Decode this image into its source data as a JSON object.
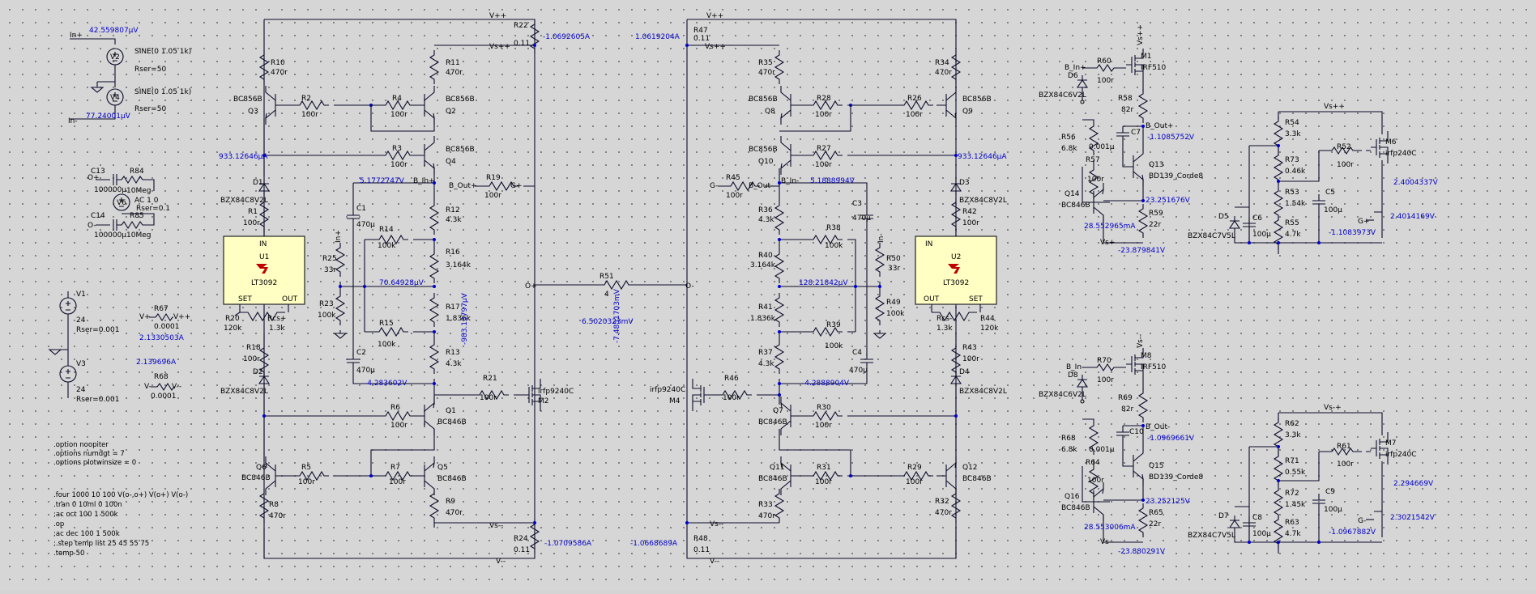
{
  "colors": {
    "background": "#d6d6d6",
    "wire": "#0b0b2a",
    "annotation": "#0000cc",
    "chip_fill": "#ffffc4"
  },
  "left_sources": {
    "in_plus": "In+",
    "v_in_plus": "42.559807µV",
    "v2": "V2",
    "v2_value": "SINE(0 1.05 1k)",
    "v2_rser": "Rser=50",
    "v4": "V4",
    "v4_value": "SINE(0 1.05 1k)",
    "v4_rser": "Rser=50",
    "in_minus": "In-",
    "v_in_minus": "77.24001µV",
    "o_plus": "O+",
    "o_minus": "O-",
    "c13": "C13",
    "c13_val": "100000µ",
    "r84": "R84",
    "r84_val": "10Meg",
    "v6": "V6",
    "v6_val": "AC 1 0",
    "v6_rser": "Rser=0.1",
    "c14": "C14",
    "c14_val": "100000µ",
    "r85": "R85",
    "r85_val": "10Meg",
    "v1": "V1",
    "v1_val": "24",
    "v1_rser": "Rser=0.001",
    "v3": "V3",
    "v3_val": "24",
    "v3_rser": "Rser=0.001",
    "r67": "R67",
    "r67_val": "0.0001",
    "vplus": "V+",
    "vpp": "V++",
    "i_r67": "2.1330503A",
    "i_r68": "2.139696A",
    "r68": "R68",
    "r68_val": "0.0001",
    "vminus": "V-",
    "vmm": "V--"
  },
  "directives": [
    ".option noopiter",
    ".options numdgt = 7",
    ".options plotwinsize = 0",
    ".four 1000 10 100 V(o-,o+) V(o+) V(o-)",
    ".tran 0 10ml 0 100n",
    ";ac oct 100 1 500k",
    ".op",
    ";ac dec 100 1 500k",
    ";.step temp list 25 45 55 75",
    ".temp 50"
  ],
  "left_amp": {
    "vpp": "V++",
    "vpp2": "Vs++",
    "vmm": "V--",
    "vmm2": "Vs--",
    "r22": "R22",
    "r22v": "0.11",
    "i_r22": "-1.0692605A",
    "r24": "R24",
    "r24v": "0.11",
    "i_r24": "-1.0709586A",
    "r10": "R10",
    "r10v": "470r",
    "q3": "Q3",
    "q3t": "BC856B",
    "r2": "R2",
    "r2v": "100r",
    "r4": "R4",
    "r4v": "100r",
    "r11": "R11",
    "r11v": "470r",
    "q2": "Q2",
    "q2t": "BC856B",
    "r3": "R3",
    "r3v": "100r",
    "q4": "Q4",
    "q4t": "BC856B",
    "i_933": "933.12646µA",
    "d1": "D1",
    "d1t": "BZX84C8V2L",
    "r1": "R1",
    "r1v": "100r",
    "v_517": "5.1772747V",
    "b_in": "B_In+",
    "b_out": "B_Out+",
    "r19": "R19",
    "r19v": "100r",
    "g_plus": "G+",
    "r12": "R12",
    "r12v": "4.3k",
    "c1": "C1",
    "c1v": "470µ",
    "r14": "R14",
    "r14v": "100k",
    "in_plus": "In+",
    "r25": "R25",
    "r25v": "33r",
    "r16": "R16",
    "r16v": "3.164k",
    "v_706": "70.64928µV",
    "r23": "R23",
    "r23v": "100k",
    "r17": "R17",
    "r17v": "1.836k",
    "r15": "R15",
    "r15v": "100k",
    "c2": "C2",
    "c2v": "470µ",
    "r13": "R13",
    "r13v": "4.3k",
    "v_428": "-4.283602V",
    "r21": "R21",
    "r21v": "100r",
    "m2t": "irfp9240C",
    "m2": "M2",
    "r6": "R6",
    "r6v": "100r",
    "q1": "Q1",
    "q1t": "BC846B",
    "q6": "Q6",
    "q6t": "BC846B",
    "r5": "R5",
    "r5v": "100r",
    "r7": "R7",
    "r7v": "100r",
    "q5": "Q5",
    "q5t": "BC846B",
    "r8": "R8",
    "r8v": "470r",
    "r9": "R9",
    "r9v": "470r",
    "u1": "U1",
    "u1t": "LT3092",
    "in": "IN",
    "set": "SET",
    "out": "OUT",
    "r20": "R20",
    "r20v": "120k",
    "rcs": "Rcs+",
    "rcsv": "1.3k",
    "r18": "R18",
    "r18v": "100r",
    "d2": "D2",
    "d2t": "BZX84C8V2L",
    "v_983": "-983.13797µV",
    "o_plus": "O+"
  },
  "center": {
    "r51": "R51",
    "r51v": "4",
    "v_650": "6.5020323mV",
    "o_minus": "O-",
    "v_748": "-7.4851703mV"
  },
  "right_amp": {
    "vpp": "V++",
    "vpp2": "Vs++",
    "vmm": "V--",
    "vmm2": "Vs--",
    "i_r47": "1.0619204A",
    "r47": "R47",
    "r47v": "0.11",
    "i_r48": "-1.0668689A",
    "r48": "R48",
    "r48v": "0.11",
    "r35": "R35",
    "r35v": "470r",
    "r34": "R34",
    "r34v": "470r",
    "q8": "Q8",
    "q8t": "BC856B",
    "r28": "R28",
    "r28v": "100r",
    "r26": "R26",
    "r26v": "100r",
    "q9": "Q9",
    "q9t": "BC856B",
    "q10": "Q10",
    "q10t": "BC856B",
    "r27": "R27",
    "r27v": "100r",
    "i_933": "933.12646µA",
    "d3": "D3",
    "d3t": "BZX84C8V2L",
    "r42": "R42",
    "r42v": "100r",
    "g": "G-",
    "r45": "R45",
    "r45v": "100r",
    "b_out": "B_Out-",
    "b_in": "B_In-",
    "v_518": "5.1888994V",
    "r36": "R36",
    "r36v": "4.3k",
    "c3": "C3",
    "c3v": "470µ",
    "r38": "R38",
    "r38v": "100k",
    "in_minus": "In-",
    "r40": "R40",
    "r40v": "3.164k",
    "v_128": "128.21842µV",
    "r50": "R50",
    "r50v": "33r",
    "r41": "R41",
    "r41v": "1.836k",
    "r39": "R39",
    "r39v": "100k",
    "r49": "R49",
    "r49v": "100k",
    "r37": "R37",
    "r37v": "4.3k",
    "c4": "C4",
    "c4v": "470µ",
    "v_428": "-4.2888904V",
    "m4t": "irfp9240C",
    "m4": "M4",
    "r46": "R46",
    "r46v": "100r",
    "q7": "Q7",
    "q7t": "BC846B",
    "r30": "R30",
    "r30v": "100r",
    "q11": "Q11",
    "q11t": "BC846B",
    "r31": "R31",
    "r31v": "100r",
    "r29": "R29",
    "r29v": "100r",
    "q12": "Q12",
    "q12t": "BC846B",
    "r33": "R33",
    "r33v": "470r",
    "r32": "R32",
    "r32v": "470r",
    "u2": "U2",
    "u2t": "LT3092",
    "in": "IN",
    "out": "OUT",
    "set": "SET",
    "rcs": "Rcs-",
    "rcsv": "1.3k",
    "r44": "R44",
    "r44v": "120k",
    "r43": "R43",
    "r43v": "100r",
    "d4": "D4",
    "d4t": "BZX84C8V2L"
  },
  "top_right": {
    "vpp": "Vs++",
    "b_in": "B_In+",
    "r60": "R60",
    "r60v": "100r",
    "m1": "M1",
    "m1t": "IRF510",
    "d6": "D6",
    "d6t": "BZX84C6V2L",
    "r58": "R58",
    "r58v": "82r",
    "b_out": "B_Out+",
    "r56": "R56",
    "r56v": "6.8k",
    "c7": "C7",
    "c7v": "0.001µ",
    "i_108": "-1.1085752V",
    "r57": "R57",
    "r57v": "100r",
    "q13": "Q13",
    "q13t": "BD139_Corde8",
    "q14": "Q14",
    "q14t": "BC846B",
    "v_2325": "23.251676V",
    "r59": "R59",
    "r59v": "22r",
    "i_285": "28.552965mA",
    "vs": "Vs+",
    "v_2387": "-23.879841V",
    "vs2": "Vs++",
    "r54": "R54",
    "r54v": "3.3k",
    "m6": "M6",
    "r73": "R73",
    "r73v": "0.46k",
    "r52": "R52",
    "r52v": "100r",
    "m6t": "irfp240C",
    "r53": "R53",
    "r53v": "1.54k",
    "c5": "C5",
    "c5v": "100µ",
    "v_2400": "2.4004337V",
    "r55": "R55",
    "r55v": "4.7k",
    "g": "G+",
    "v_2401": "2.4014169V",
    "d5": "D5",
    "d5t": "BZX84C7V5L",
    "c6": "C6",
    "c6v": "100µ",
    "v_110": "-1.1083973V"
  },
  "bottom_right": {
    "vpp": "Vs--",
    "b_in": "B_In-",
    "r70": "R70",
    "r70v": "100r",
    "m8": "M8",
    "m8t": "IRF510",
    "d8": "D8",
    "d8t": "BZX84C6V2L",
    "r69": "R69",
    "r69v": "82r",
    "b_out": "B_Out-",
    "r68": "R68",
    "r68v": "6.8k",
    "c10": "C10",
    "c10v": "0.001µ",
    "i_109": "-1.0969661V",
    "r64": "R64",
    "r64v": "100r",
    "q15": "Q15",
    "q15t": "BD139_Corde8",
    "q16": "Q16",
    "q16t": "BC846B",
    "v_2325": "23.252125V",
    "r65": "R65",
    "r65v": "22r",
    "i_285": "28.553006mA",
    "vs": "Vs--",
    "v_2388": "-23.880291V",
    "vs2": "Vs-+",
    "r62": "R62",
    "r62v": "3.3k",
    "m7": "M7",
    "r71": "R71",
    "r71v": "0.55k",
    "r61": "R61",
    "r61v": "100r",
    "m7t": "irfp240C",
    "r72": "R72",
    "r72v": "1.45k",
    "c9": "C9",
    "c9v": "100µ",
    "v_2294": "2.294669V",
    "r63": "R63",
    "r63v": "4.7k",
    "g": "G-",
    "v_2302": "2.3021542V",
    "d7": "D7",
    "d7t": "BZX84C7V5L",
    "c8": "C8",
    "c8v": "100µ",
    "v_109": "-1.0967882V"
  }
}
